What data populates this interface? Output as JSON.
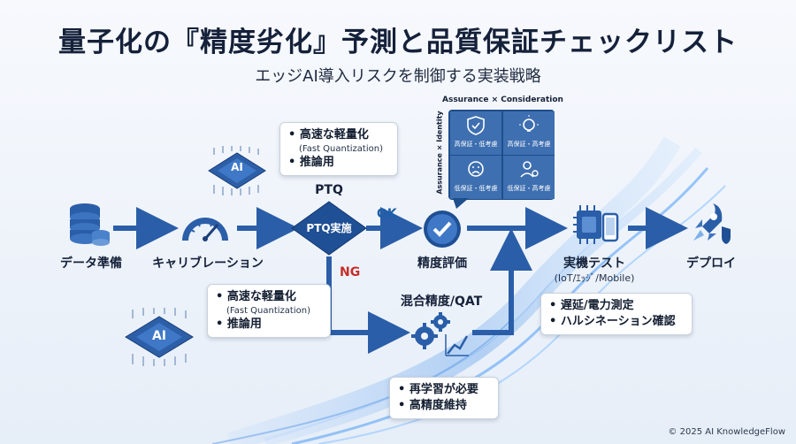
{
  "title": "量子化の『精度劣化』予測と品質保証チェックリスト",
  "subtitle": "エッジAI導入リスクを制御する実装戦略",
  "steps": {
    "data_prep": "データ準備",
    "calibration": "キャリブレーション",
    "ptq_exec": "PTQ実施",
    "ptq_label": "PTQ",
    "ok": "OK",
    "ng": "NG",
    "eval": "精度評価",
    "mixed": "混合精度/QAT",
    "device_test": "実機テスト",
    "device_sub": "(IoT/ｴｯｼﾞ/Mobile)",
    "deploy": "デプロイ"
  },
  "chip_label": "AI",
  "callout_top": {
    "line1": "高速な軽量化",
    "line1_sub": "(Fast Quantization)",
    "line2": "推論用"
  },
  "callout_left": {
    "line1": "高速な軽量化",
    "line1_sub": "(Fast Quantization)",
    "line2": "推論用"
  },
  "callout_qat": {
    "line1": "再学習が必要",
    "line2": "高精度維持"
  },
  "callout_device": {
    "line1": "遅延/電力測定",
    "line2": "ハルシネーション確認"
  },
  "matrix": {
    "top_label": "Assurance × Consideration",
    "side_label": "Assurance × Identity",
    "cells": [
      "高保証・低考慮",
      "高保証・高考慮",
      "低保証・低考慮",
      "低保証・高考慮"
    ]
  },
  "footer": "© 2025 AI KnowledgeFlow",
  "colors": {
    "accent": "#1f5faa",
    "ng": "#c62d28",
    "arrow": "#2a5ea8",
    "matrix_bg": "#1e4e8c"
  }
}
